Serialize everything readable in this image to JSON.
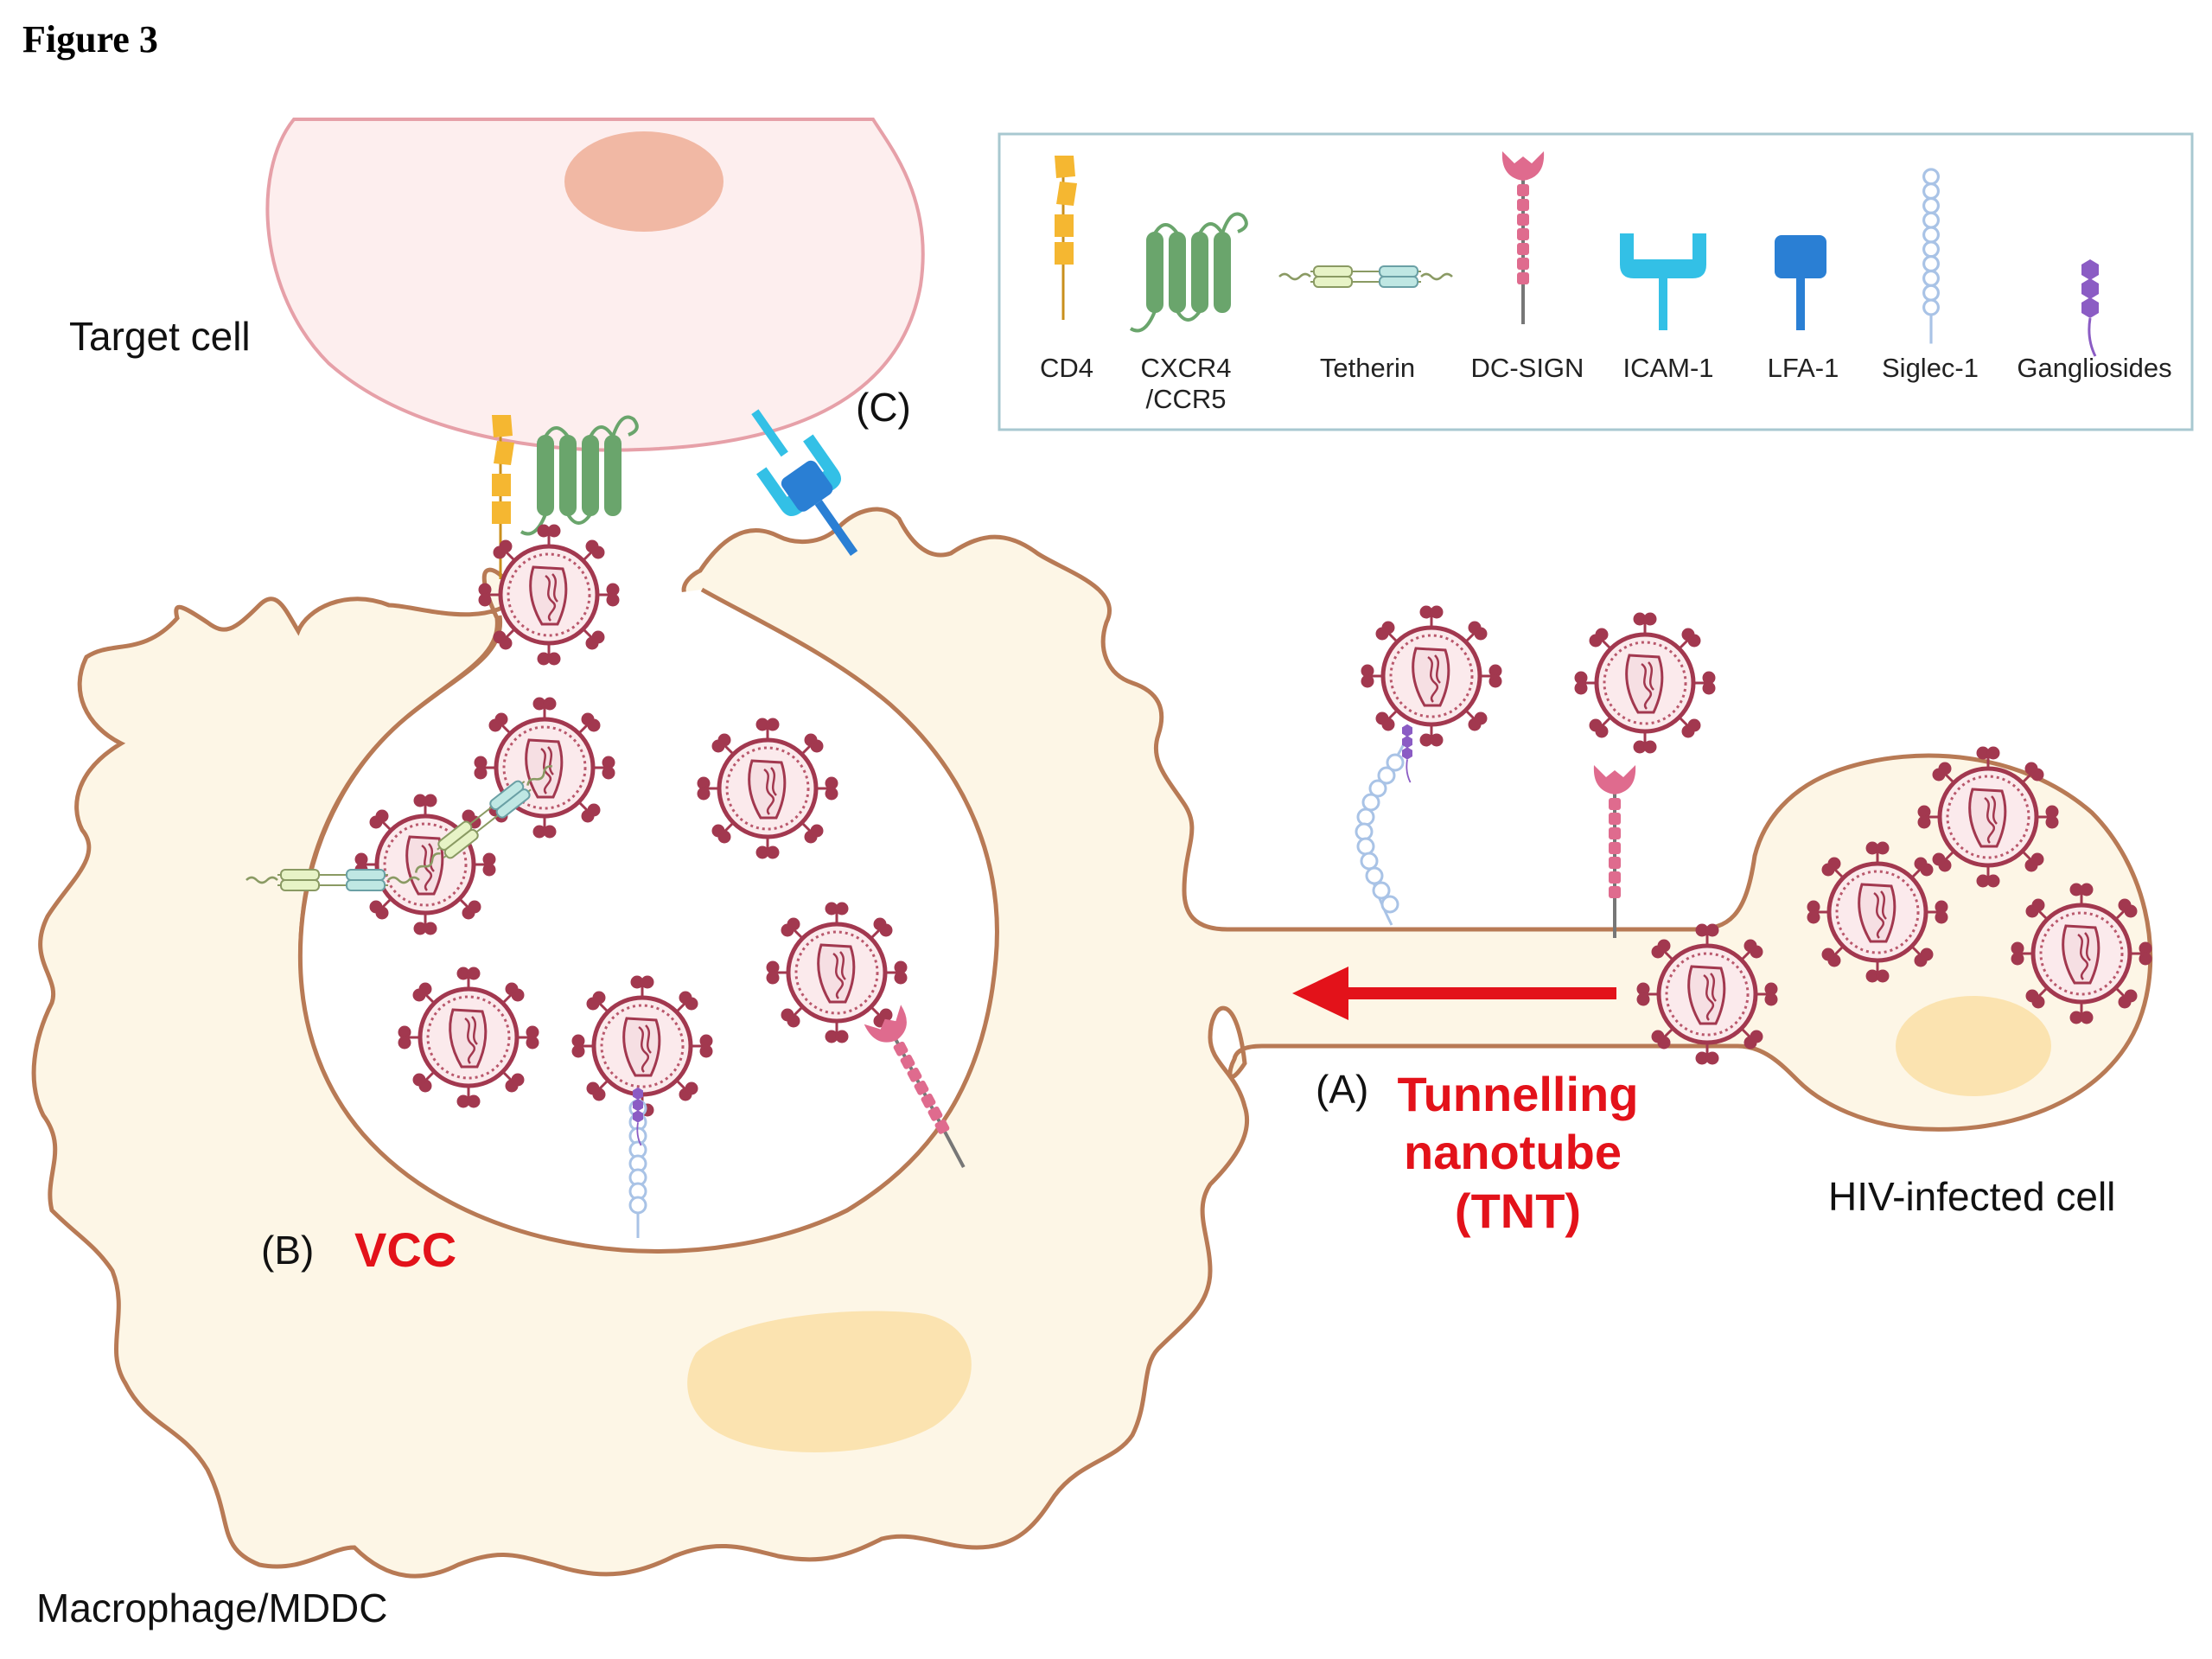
{
  "figure_label": "Figure 3",
  "cells": {
    "target": "Target cell",
    "macrophage": "Macrophage/MDDC",
    "infected": "HIV-infected cell"
  },
  "routes": {
    "a_letter": "(A)",
    "a_line1": "Tunnelling",
    "a_line2": "nanotube",
    "a_line3": "(TNT)",
    "b_letter": "(B)",
    "b_name": "VCC",
    "c_letter": "(C)"
  },
  "legend": {
    "cd4": "CD4",
    "cxcr4_l1": "CXCR4",
    "cxcr4_l2": "/CCR5",
    "tetherin": "Tetherin",
    "dcsign": "DC-SIGN",
    "icam": "ICAM-1",
    "lfa": "LFA-1",
    "siglec": "Siglec-1",
    "gang": "Gangliosides"
  },
  "colors": {
    "cell_fill": "#fdf6e6",
    "cell_outline": "#b87a55",
    "target_fill": "#fdeeee",
    "nucleus_target": "#f1b8a4",
    "nucleus_cell": "#fbe3b0",
    "arrow": "#e3121a",
    "virus": "#a2384f",
    "cd4": "#f5b731",
    "cxcr4": "#6aa56c",
    "dcsign": "#df6b8e",
    "icam": "#33c0e6",
    "lfa": "#2a7fd4",
    "siglec": "#a9c3e6",
    "ganglioside": "#8b5cc4"
  }
}
